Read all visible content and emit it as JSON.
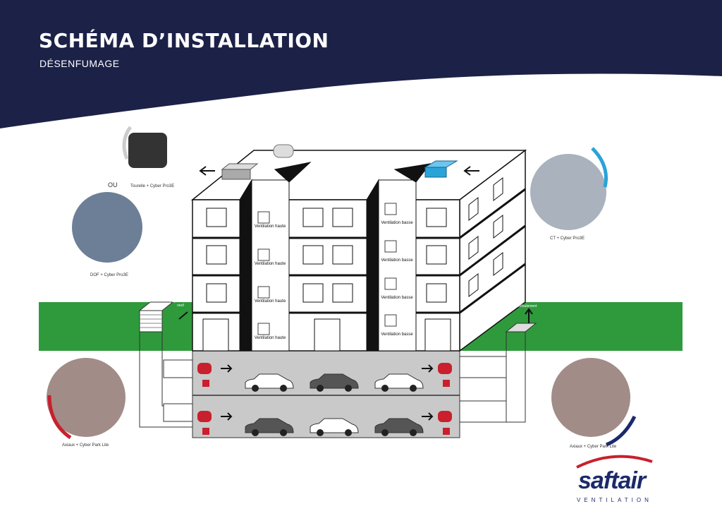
{
  "header": {
    "title": "SCHÉMA D’INSTALLATION",
    "subtitle": "DÉSENFUMAGE"
  },
  "products": {
    "or_label": "OU",
    "tourelle": "Tourelle + Cyber Pro3E",
    "dof": "DOF + Cyber Pro3E",
    "ct": "CT + Cyber Pro3E",
    "axiaux_left": "Axiaux + Cyber Park Lite",
    "axiaux_right": "Axiaux + Cyber Park Lite"
  },
  "annotations": {
    "aspiration": "Aspiration air neuf",
    "refoulement": "Refoulement"
  },
  "shafts": {
    "haute": "Ventilation haute",
    "basse": "Ventilation basse"
  },
  "logo": {
    "name": "saftair",
    "tagline": "VENTILATION"
  },
  "colors": {
    "navy": "#1c2147",
    "green": "#2f9a3c",
    "fan_red": "#c8202c",
    "accent_blue": "#2aa3d8"
  }
}
